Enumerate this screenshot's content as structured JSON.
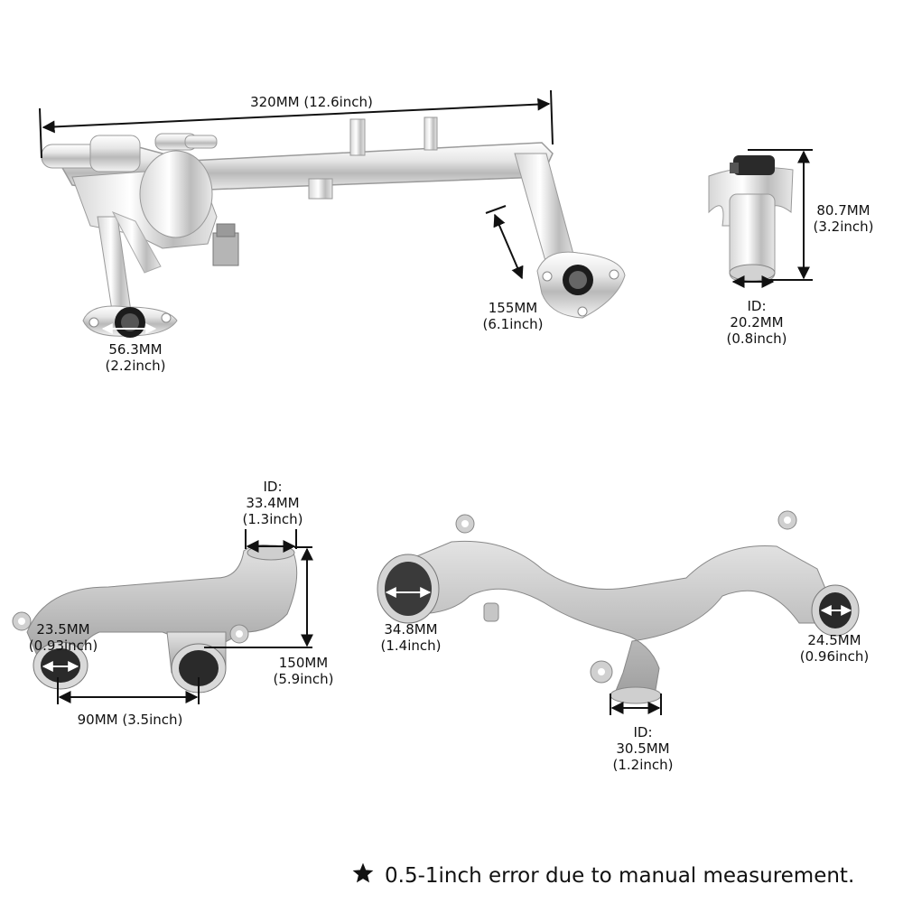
{
  "parts": {
    "top_bar": {
      "length": {
        "line1": "320MM (12.6inch)"
      },
      "port_left": {
        "line1": "56.3MM",
        "line2": "(2.2inch)"
      },
      "port_right": {
        "line1": "155MM",
        "line2": "(6.1inch)"
      }
    },
    "elbow": {
      "height": {
        "line1": "80.7MM",
        "line2": "(3.2inch)"
      },
      "inner_diameter": {
        "line1": "ID:",
        "line2": "20.2MM",
        "line3": "(0.8inch)"
      }
    },
    "y_pipe": {
      "top_id": {
        "line1": "ID:",
        "line2": "33.4MM",
        "line3": "(1.3inch)"
      },
      "left_port": {
        "line1": "23.5MM",
        "line2": "(0.93inch)"
      },
      "height": {
        "line1": "150MM",
        "line2": "(5.9inch)"
      },
      "spacing": {
        "line1": "90MM (3.5inch)"
      }
    },
    "long_pipe": {
      "left_port": {
        "line1": "34.8MM",
        "line2": "(1.4inch)"
      },
      "right_port": {
        "line1": "24.5MM",
        "line2": "(0.96inch)"
      },
      "bottom_id": {
        "line1": "ID:",
        "line2": "30.5MM",
        "line3": "(1.2inch)"
      }
    }
  },
  "footer": {
    "icon": "star-icon",
    "note": "0.5-1inch error due to manual measurement."
  },
  "colors": {
    "chrome_light": "#f2f2f2",
    "chrome_mid": "#c9c9c9",
    "cast_aluminum": "#bdbdbd",
    "seal_black": "#1c1c1c",
    "dimension_line": "#111111"
  }
}
